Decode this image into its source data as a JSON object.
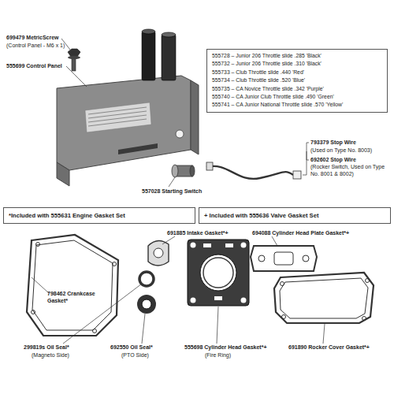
{
  "diagram": {
    "nodes": [
      {
        "text": [
          "555728 – Junior 206 Throttle slide .285 'Black'",
          "555732 – Junior 206 Throttle slide .310 'Black'",
          "555733 – Club Throttle slide .440 'Red'",
          "555734 – Club Throttle slide .520 'Blue'",
          "555735 – CA Novice Throttle slide .342 'Purple'",
          "555740 – CA Junior Club Throttle slide .490 'Green'",
          "555741 – CA Junior National Throttle slide .570 'Yellow'"
        ]
      },
      {
        "text": [
          "*Included with 555631 Engine Gasket Set"
        ]
      },
      {
        "text": [
          "+ Included with 555636 Valve Gasket Set"
        ]
      }
    ],
    "labels": [
      "699479 MetricScrew",
      "(Control Panel - M6 x 1)",
      "555699 Control Panel",
      "557028 Starting Switch",
      "793379 Stop Wire",
      "(Used on Type No. 8003)",
      "692602 Stop Wire",
      "(Rocker Switch, Used on Type No. 8001 & 8002)",
      "691885 Intake Gasket*+",
      "694088 Cylinder Head Plate Gasket*+",
      "798462 Crankcase Gasket*",
      "299819s Oil Seal*",
      "(Magneto Side)",
      "692550 Oil Seal*",
      "(PTO Side)",
      "555698 Cylinder Head Gasket*+",
      "(Fire Ring)",
      "691890 Rocker Cover Gasket*+"
    ]
  }
}
